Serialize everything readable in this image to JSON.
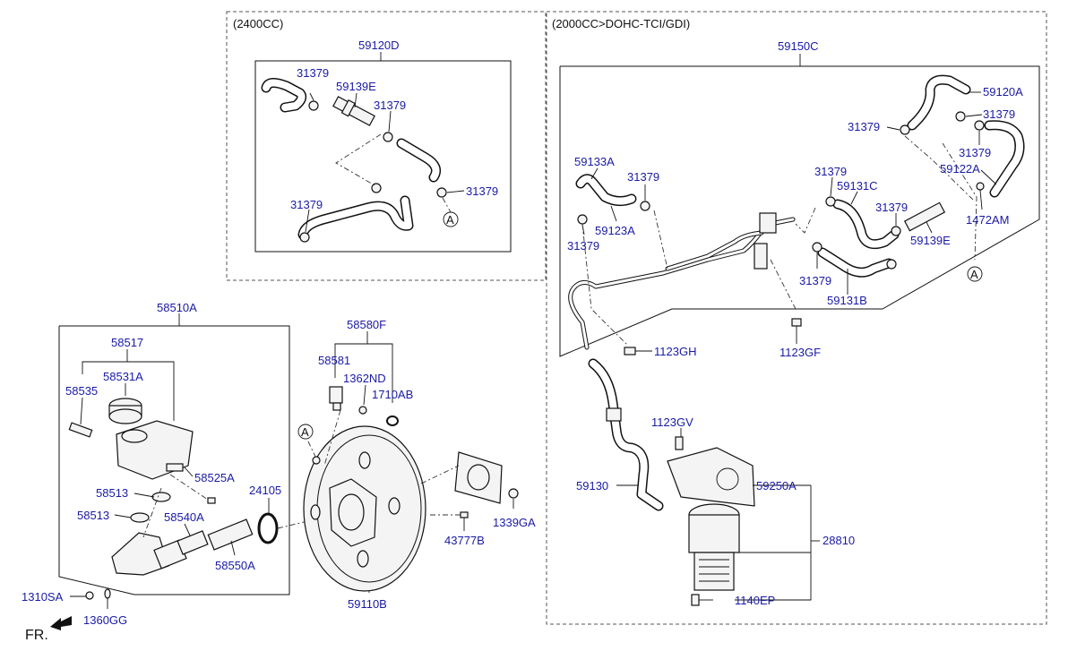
{
  "headers": {
    "left_section": "(2400CC)",
    "right_section": "(2000CC>DOHC-TCI/GDI)"
  },
  "labels": {
    "l_59120D": "59120D",
    "l_31379_a": "31379",
    "l_59139E_a": "59139E",
    "l_31379_b": "31379",
    "l_31379_c": "31379",
    "l_31379_d": "31379",
    "l_ref_A1": "A",
    "l_59150C": "59150C",
    "l_59120A": "59120A",
    "l_31379_e": "31379",
    "l_31379_f": "31379",
    "l_31379_g": "31379",
    "l_59122A": "59122A",
    "l_59133A": "59133A",
    "l_31379_h": "31379",
    "l_31379_i": "31379",
    "l_59131C": "59131C",
    "l_31379_j": "31379",
    "l_1472AM": "1472AM",
    "l_59123A": "59123A",
    "l_31379_k": "31379",
    "l_59139E_b": "59139E",
    "l_ref_A2": "A",
    "l_31379_l": "31379",
    "l_59131B": "59131B",
    "l_1123GH": "1123GH",
    "l_1123GF": "1123GF",
    "l_1123GV": "1123GV",
    "l_59130": "59130",
    "l_59250A": "59250A",
    "l_28810": "28810",
    "l_1140EP": "1140EP",
    "l_58510A": "58510A",
    "l_58517": "58517",
    "l_58531A": "58531A",
    "l_58535": "58535",
    "l_58525A": "58525A",
    "l_58513_a": "58513",
    "l_58513_b": "58513",
    "l_58540A": "58540A",
    "l_58550A": "58550A",
    "l_24105": "24105",
    "l_58580F": "58580F",
    "l_58581": "58581",
    "l_1362ND": "1362ND",
    "l_1710AB": "1710AB",
    "l_ref_A3": "A",
    "l_1339GA": "1339GA",
    "l_43777B": "43777B",
    "l_59110B": "59110B",
    "l_1310SA": "1310SA",
    "l_1360GG": "1360GG",
    "l_FR": "FR."
  }
}
